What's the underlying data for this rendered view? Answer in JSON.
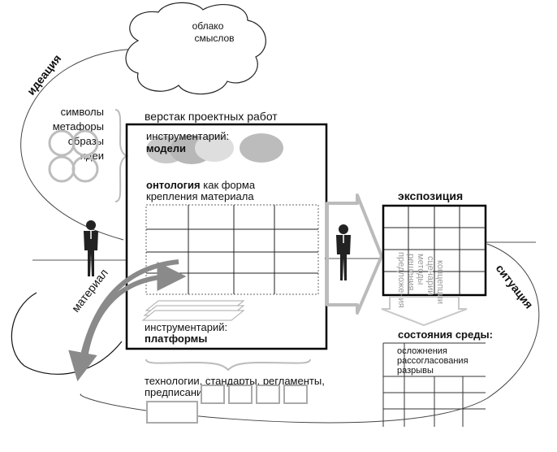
{
  "cloud": {
    "line1": "облако",
    "line2": "смыслов"
  },
  "labels": {
    "ideation": "идеация",
    "material": "материал",
    "situation": "ситуация"
  },
  "symbols": [
    "символы",
    "метафоры",
    "образы",
    "идеи"
  ],
  "workbench": {
    "title": "верстак проектных работ",
    "tools_models_line1": "инструментарий:",
    "tools_models_line2": "модели",
    "ontology_bold": "онтология",
    "ontology_rest": " как форма",
    "ontology_line2": "крепления материала",
    "tools_platforms_line1": "инструментарий:",
    "tools_platforms_line2": "платформы"
  },
  "technologies": {
    "line1": "технологии, стандарты, регламенты,",
    "line2": "предписания"
  },
  "exposition": {
    "title": "экспозиция",
    "vertical_items": [
      "предложения",
      "решения",
      "методы",
      "сценарии",
      "концепции"
    ]
  },
  "environment": {
    "title": "состояния среды:",
    "items": [
      "осложнения",
      "рассогласования",
      "разрывы"
    ]
  },
  "colors": {
    "line": "#111111",
    "gray": "#8a8a8a",
    "light_gray": "#cccccc"
  }
}
